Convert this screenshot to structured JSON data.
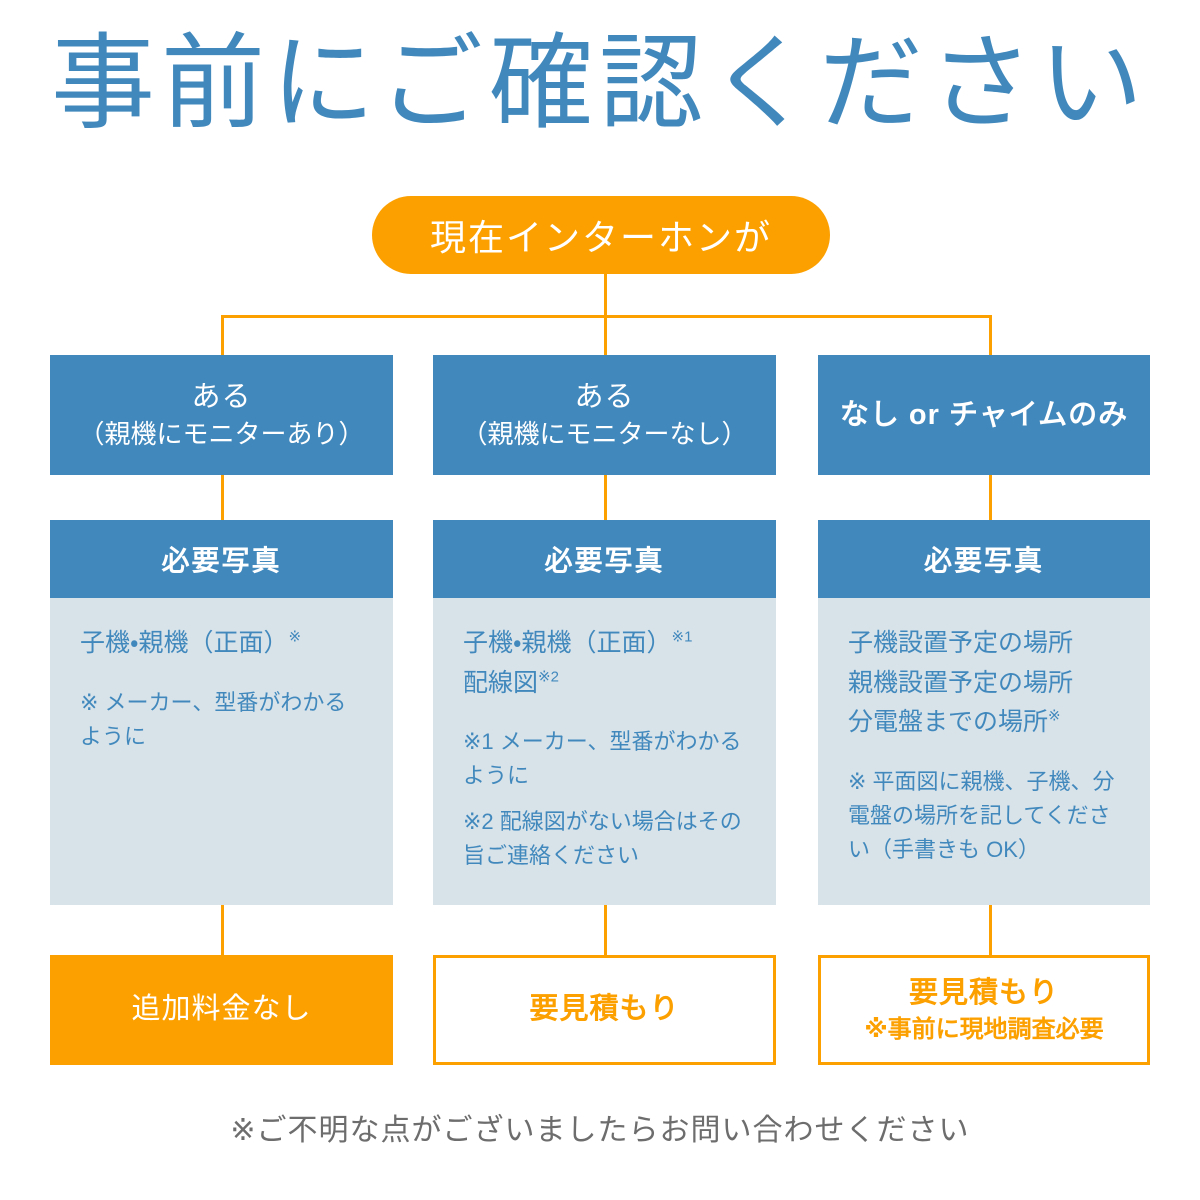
{
  "page": {
    "title": "事前にご確認ください",
    "footer_note": "※ご不明な点がございましたらお問い合わせください"
  },
  "colors": {
    "blue": "#4189bd",
    "light_blue_panel": "#d8e2e9",
    "orange": "#fca000",
    "white": "#ffffff",
    "footer_gray": "#6d6d6d"
  },
  "root": {
    "label": "現在インターホンが"
  },
  "columns": [
    {
      "header_main": "ある",
      "header_sub": "（親機にモニターあり）",
      "header_single": null,
      "photo_section_title": "必要写真",
      "photo_items": [
        {
          "text": "子機・親機（正面）",
          "sup": "※"
        }
      ],
      "notes": [
        "※ メーカー、型番がわかるように"
      ],
      "result_main": "追加料金なし",
      "result_sub": null,
      "result_style": "filled"
    },
    {
      "header_main": "ある",
      "header_sub": "（親機にモニターなし）",
      "header_single": null,
      "photo_section_title": "必要写真",
      "photo_items": [
        {
          "text": "子機・親機（正面）",
          "sup": "※1"
        },
        {
          "text": "配線図",
          "sup": "※2"
        }
      ],
      "notes": [
        "※1 メーカー、型番がわかるように",
        "※2 配線図がない場合はその旨ご連絡ください"
      ],
      "result_main": "要見積もり",
      "result_sub": null,
      "result_style": "outline"
    },
    {
      "header_main": null,
      "header_sub": null,
      "header_single": "なし or チャイムのみ",
      "photo_section_title": "必要写真",
      "photo_items": [
        {
          "text": "子機設置予定の場所",
          "sup": ""
        },
        {
          "text": "親機設置予定の場所",
          "sup": ""
        },
        {
          "text": "分電盤までの場所",
          "sup": "※"
        }
      ],
      "notes": [
        "※ 平面図に親機、子機、分電盤の場所を記してください（手書きも OK）"
      ],
      "result_main": "要見積もり",
      "result_sub": "※事前に現地調査必要",
      "result_style": "outline"
    }
  ]
}
